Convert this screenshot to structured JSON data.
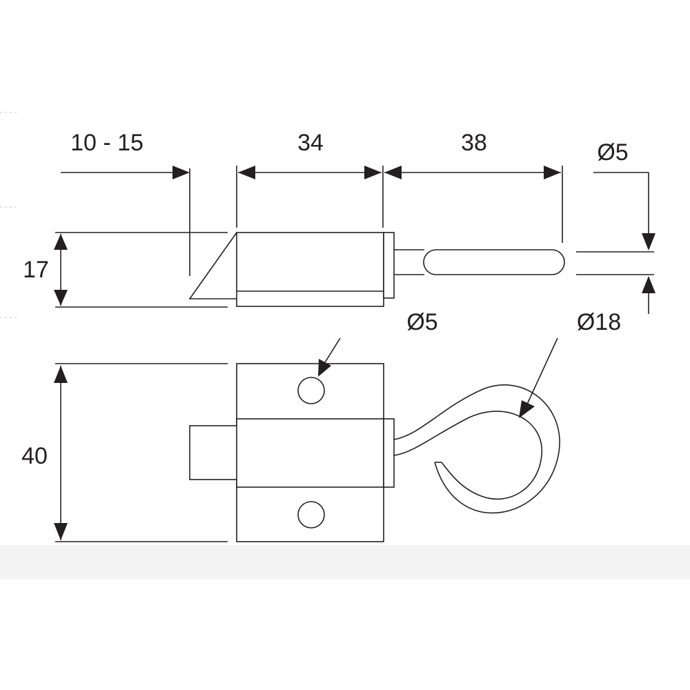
{
  "drawing": {
    "dimensions": {
      "gap": "10 - 15",
      "body_length": "34",
      "bolt_length": "38",
      "bolt_diameter": "Ø5",
      "height_side": "17",
      "hole_diameter": "Ø5",
      "ring_diameter": "Ø18",
      "plate_height": "40"
    },
    "colors": {
      "line": "#231f20",
      "background": "#ffffff",
      "footer_band": "#f4f4f4",
      "guide": "#c8c8c8"
    }
  }
}
